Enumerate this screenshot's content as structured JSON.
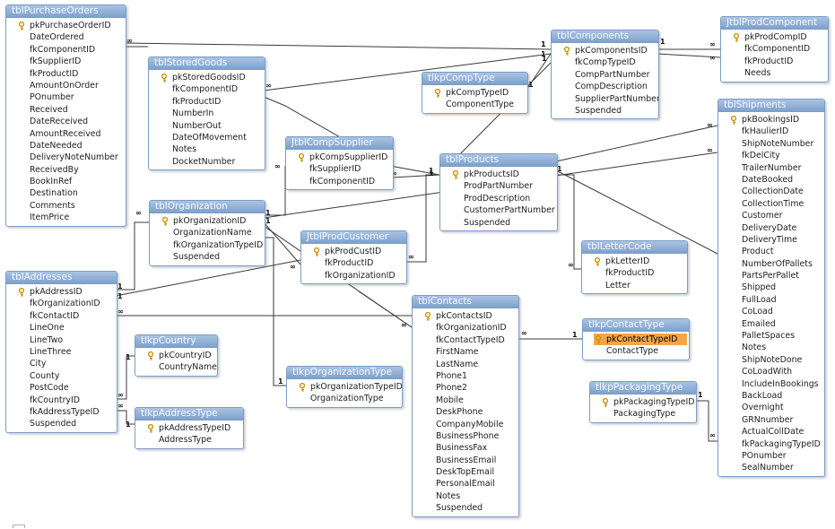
{
  "tables": [
    {
      "id": "tblPurchaseOrders",
      "title": "tblPurchaseOrders",
      "fields": [
        {
          "name": "pkPurchaseOrderID",
          "pk": true
        },
        {
          "name": "DateOrdered"
        },
        {
          "name": "fkComponentID"
        },
        {
          "name": "fkSupplierID"
        },
        {
          "name": "fkProductID"
        },
        {
          "name": "AmountOnOrder"
        },
        {
          "name": "POnumber"
        },
        {
          "name": "Received"
        },
        {
          "name": "DateReceived"
        },
        {
          "name": "AmountReceived"
        },
        {
          "name": "DateNeeded"
        },
        {
          "name": "DeliveryNoteNumber"
        },
        {
          "name": "ReceivedBy"
        },
        {
          "name": "BookInRef"
        },
        {
          "name": "Destination"
        },
        {
          "name": "Comments"
        },
        {
          "name": "ItemPrice"
        }
      ]
    },
    {
      "id": "tblStoredGoods",
      "title": "tblStoredGoods",
      "fields": [
        {
          "name": "pkStoredGoodsID",
          "pk": true
        },
        {
          "name": "fkComponentID"
        },
        {
          "name": "fkProductID"
        },
        {
          "name": "NumberIn"
        },
        {
          "name": "NumberOut"
        },
        {
          "name": "DateOfMovement"
        },
        {
          "name": "Notes"
        },
        {
          "name": "DocketNumber"
        }
      ]
    },
    {
      "id": "tlkpCompType",
      "title": "tlkpCompType",
      "fields": [
        {
          "name": "pkCompTypeID",
          "pk": true
        },
        {
          "name": "ComponentType"
        }
      ]
    },
    {
      "id": "tblComponents",
      "title": "tblComponents",
      "fields": [
        {
          "name": "pkComponentsID",
          "pk": true
        },
        {
          "name": "fkCompTypeID"
        },
        {
          "name": "CompPartNumber"
        },
        {
          "name": "CompDescription"
        },
        {
          "name": "SupplierPartNumber"
        },
        {
          "name": "Suspended"
        }
      ]
    },
    {
      "id": "JtblProdComponent",
      "title": "JtblProdComponent",
      "fields": [
        {
          "name": "pkProdCompID",
          "pk": true
        },
        {
          "name": "fkComponentID"
        },
        {
          "name": "fkProductID"
        },
        {
          "name": "Needs"
        }
      ]
    },
    {
      "id": "JtblCompSupplier",
      "title": "JtblCompSupplier",
      "fields": [
        {
          "name": "pkCompSupplierID",
          "pk": true
        },
        {
          "name": "fkSupplierID"
        },
        {
          "name": "fkComponentID"
        }
      ]
    },
    {
      "id": "tblProducts",
      "title": "tblProducts",
      "fields": [
        {
          "name": "pkProductsID",
          "pk": true
        },
        {
          "name": "ProdPartNumber"
        },
        {
          "name": "ProdDescription"
        },
        {
          "name": "CustomerPartNumber"
        },
        {
          "name": "Suspended"
        }
      ]
    },
    {
      "id": "tblShipments",
      "title": "tblShipments",
      "fields": [
        {
          "name": "pkBookingsID",
          "pk": true
        },
        {
          "name": "fkHaulierID"
        },
        {
          "name": "ShipNoteNumber"
        },
        {
          "name": "fkDelCity"
        },
        {
          "name": "TrailerNumber"
        },
        {
          "name": "DateBooked"
        },
        {
          "name": "CollectionDate"
        },
        {
          "name": "CollectionTime"
        },
        {
          "name": "Customer"
        },
        {
          "name": "DeliveryDate"
        },
        {
          "name": "DeliveryTime"
        },
        {
          "name": "Product"
        },
        {
          "name": "NumberOfPallets"
        },
        {
          "name": "PartsPerPallet"
        },
        {
          "name": "Shipped"
        },
        {
          "name": "FullLoad"
        },
        {
          "name": "CoLoad"
        },
        {
          "name": "Emailed"
        },
        {
          "name": "PalletSpaces"
        },
        {
          "name": "Notes"
        },
        {
          "name": "ShipNoteDone"
        },
        {
          "name": "CoLoadWith"
        },
        {
          "name": "IncludeInBookings"
        },
        {
          "name": "BackLoad"
        },
        {
          "name": "Overnight"
        },
        {
          "name": "GRNnumber"
        },
        {
          "name": "ActualCollDate"
        },
        {
          "name": "fkPackagingTypeID"
        },
        {
          "name": "POnumber"
        },
        {
          "name": "SealNumber"
        }
      ]
    },
    {
      "id": "tblOrganization",
      "title": "tblOrganization",
      "fields": [
        {
          "name": "pkOrganizationID",
          "pk": true
        },
        {
          "name": "OrganizationName"
        },
        {
          "name": "fkOrganizationTypeID"
        },
        {
          "name": "Suspended"
        }
      ]
    },
    {
      "id": "JtblProdCustomer",
      "title": "JtblProdCustomer",
      "fields": [
        {
          "name": "pkProdCustID",
          "pk": true
        },
        {
          "name": "fkProductID"
        },
        {
          "name": "fkOrganizationID"
        }
      ]
    },
    {
      "id": "tblLetterCode",
      "title": "tblLetterCode",
      "fields": [
        {
          "name": "pkLetterID",
          "pk": true
        },
        {
          "name": "fkProductID"
        },
        {
          "name": "Letter"
        }
      ]
    },
    {
      "id": "tblAddresses",
      "title": "tblAddresses",
      "fields": [
        {
          "name": "pkAddressID",
          "pk": true
        },
        {
          "name": "fkOrganizationID"
        },
        {
          "name": "fkContactID"
        },
        {
          "name": "LineOne"
        },
        {
          "name": "LineTwo"
        },
        {
          "name": "LineThree"
        },
        {
          "name": "City"
        },
        {
          "name": "County"
        },
        {
          "name": "PostCode"
        },
        {
          "name": "fkCountryID"
        },
        {
          "name": "fkAddressTypeID"
        },
        {
          "name": "Suspended"
        }
      ]
    },
    {
      "id": "tblContacts",
      "title": "tblContacts",
      "fields": [
        {
          "name": "pkContactsID",
          "pk": true
        },
        {
          "name": "fkOrganizationID"
        },
        {
          "name": "fkContactTypeID"
        },
        {
          "name": "FirstName"
        },
        {
          "name": "LastName"
        },
        {
          "name": "Phone1"
        },
        {
          "name": "Phone2"
        },
        {
          "name": "Mobile"
        },
        {
          "name": "DeskPhone"
        },
        {
          "name": "CompanyMobile"
        },
        {
          "name": "BusinessPhone"
        },
        {
          "name": "BusinessFax"
        },
        {
          "name": "BusinessEmail"
        },
        {
          "name": "DeskTopEmail"
        },
        {
          "name": "PersonalEmail"
        },
        {
          "name": "Notes"
        },
        {
          "name": "Suspended"
        }
      ]
    },
    {
      "id": "tlkpContactType",
      "title": "tlkpContactType",
      "fields": [
        {
          "name": "pkContactTypeID",
          "pk": true,
          "selected": true
        },
        {
          "name": "ContactType"
        }
      ]
    },
    {
      "id": "tlkpCountry",
      "title": "tlkpCountry",
      "fields": [
        {
          "name": "pkCountryID",
          "pk": true
        },
        {
          "name": "CountryName"
        }
      ]
    },
    {
      "id": "tlkpOrganizationType",
      "title": "tlkpOrganizationType",
      "fields": [
        {
          "name": "pkOrganizationTypeID",
          "pk": true
        },
        {
          "name": "OrganizationType"
        }
      ]
    },
    {
      "id": "tlkpPackagingType",
      "title": "tlkpPackagingType",
      "fields": [
        {
          "name": "pkPackagingTypeID",
          "pk": true
        },
        {
          "name": "PackagingType"
        }
      ]
    },
    {
      "id": "tlkpAddressType",
      "title": "tlkpAddressType",
      "fields": [
        {
          "name": "pkAddressTypeID",
          "pk": true
        },
        {
          "name": "AddressType"
        }
      ]
    }
  ],
  "cardinality": {
    "one": "1",
    "many": "∞"
  },
  "colors": {
    "header": "#8fb0d8",
    "border": "#7c9cc2",
    "selected": "#f2a64a",
    "line": "#3a3a3a",
    "key": "#d4a017"
  }
}
